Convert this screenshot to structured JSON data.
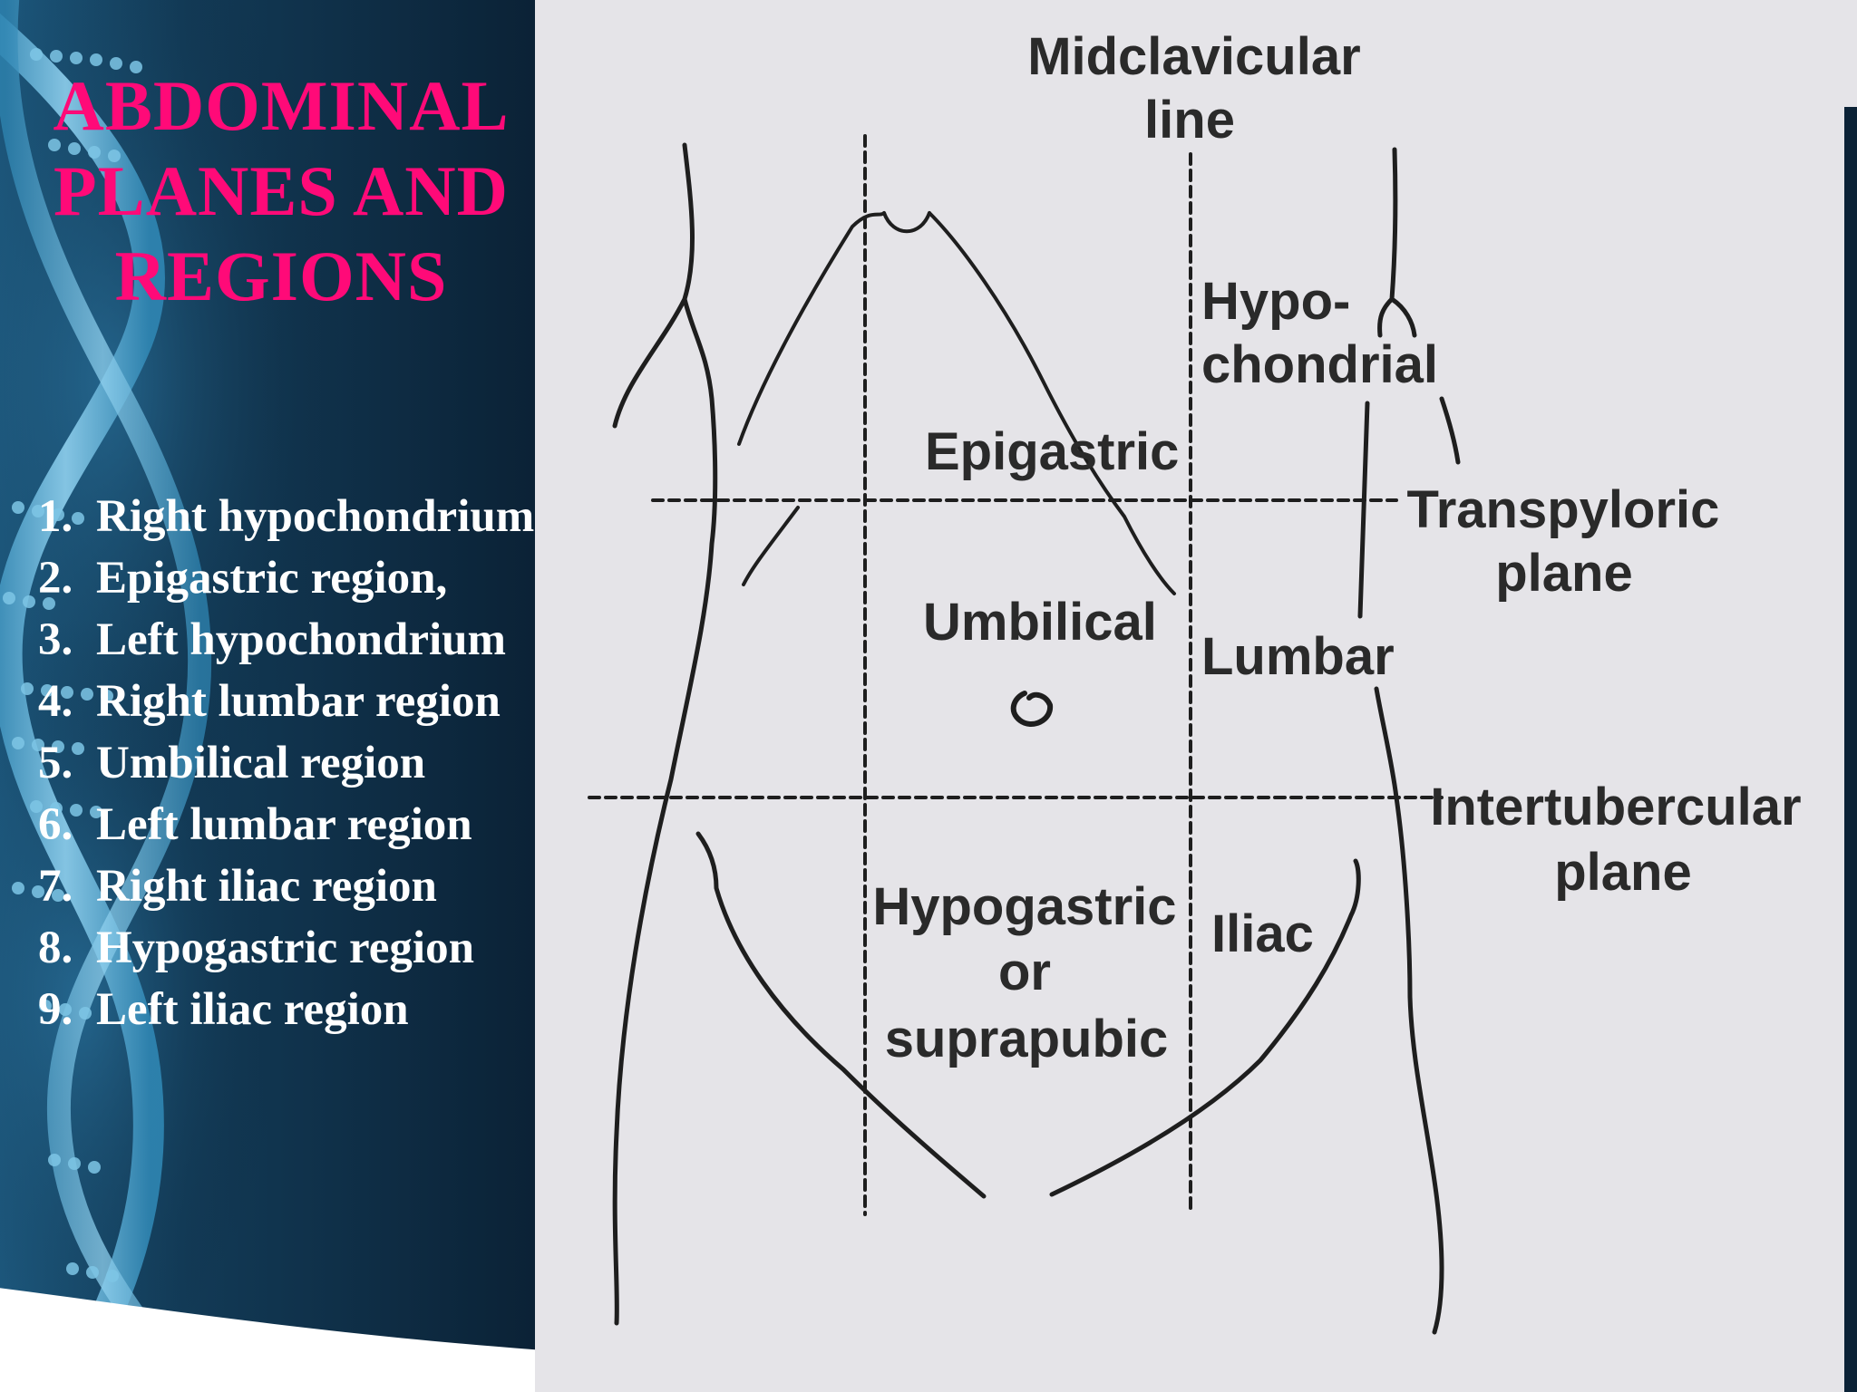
{
  "slide": {
    "title_lines": [
      "ABDOMINAL",
      "PLANES AND",
      "REGIONS"
    ],
    "regions": [
      {
        "num": "1.",
        "text": "Right hypochondrium"
      },
      {
        "num": "2.",
        "text": "Epigastric region,"
      },
      {
        "num": "3.",
        "text": "Left hypochondrium"
      },
      {
        "num": "4.",
        "text": "Right lumbar region"
      },
      {
        "num": "5.",
        "text": "Umbilical region"
      },
      {
        "num": "6.",
        "text": "Left lumbar region"
      },
      {
        "num": "7.",
        "text": "Right iliac region"
      },
      {
        "num": "8.",
        "text": "Hypogastric region"
      },
      {
        "num": "9.",
        "text": "Left iliac region"
      }
    ]
  },
  "diagram": {
    "top_label": [
      "Midclavicular",
      "line"
    ],
    "plane_labels": {
      "transpyloric": [
        "Transpyloric",
        "plane"
      ],
      "intertubercular": [
        "Intertubercular",
        "plane"
      ]
    },
    "region_labels": {
      "epigastric": "Epigastric",
      "hypochondrial": [
        "Hypo-",
        "chondrial"
      ],
      "umbilical": "Umbilical",
      "lumbar": "Lumbar",
      "hypogastric": [
        "Hypogastric",
        "or",
        "suprapubic"
      ],
      "iliac": "Iliac"
    }
  },
  "colors": {
    "title": "#ff0a78",
    "list_text": "#ffffff",
    "panel_dark": "#0b2236",
    "panel_mid": "#174a6e",
    "diagram_bg": "#e5e4e8",
    "ink": "#1e1e1e"
  }
}
